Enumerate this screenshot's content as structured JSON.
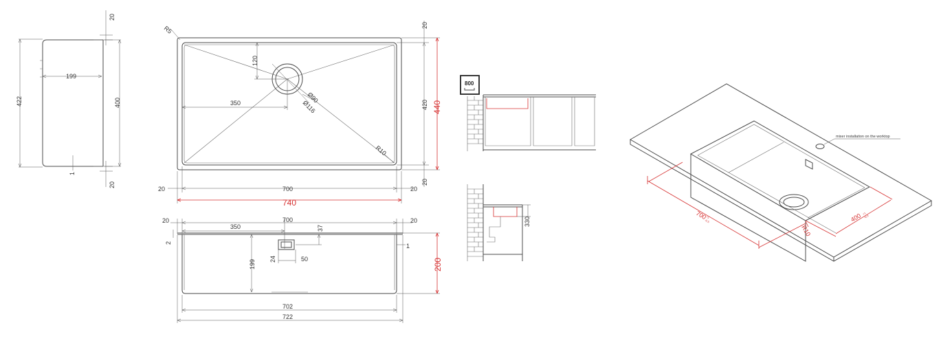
{
  "side_view": {
    "dim_422": "422",
    "dim_400": "400",
    "dim_199": "199",
    "dim_20_top": "20",
    "dim_20_bottom": "20",
    "dim_1": "1"
  },
  "top_view": {
    "label_r5": "R5",
    "dim_120": "120",
    "dim_350": "350",
    "label_d90": "Ø90",
    "label_d116": "Ø116",
    "label_r10": "R10",
    "dim_20_tr": "20",
    "dim_420": "420",
    "dim_440": "440",
    "dim_20_br": "20",
    "dim_20_left": "20",
    "dim_700": "700",
    "dim_20_right": "20",
    "dim_740": "740"
  },
  "front_view": {
    "dim_20_left": "20",
    "dim_700": "700",
    "dim_20_right": "20",
    "dim_350": "350",
    "dim_37": "37",
    "dim_2": "2",
    "dim_1": "1",
    "dim_199": "199",
    "dim_24": "24",
    "dim_50": "50",
    "dim_200": "200",
    "dim_702": "702",
    "dim_722": "722"
  },
  "cabinet_view": {
    "badge": "800",
    "dim_330": "330"
  },
  "iso_view": {
    "mixer_note": "mixer installation on the worktop",
    "dim_700": "700",
    "dim_700_tol_upper": "+1",
    "dim_700_tol_lower": "-0.5",
    "dim_400": "400",
    "dim_400_tol_upper": "+1",
    "dim_400_tol_lower": "-0.5",
    "label_r10": "R10"
  },
  "colors": {
    "line": "#4a4a4a",
    "highlight_dimension": "#d63232",
    "background": "#ffffff"
  }
}
